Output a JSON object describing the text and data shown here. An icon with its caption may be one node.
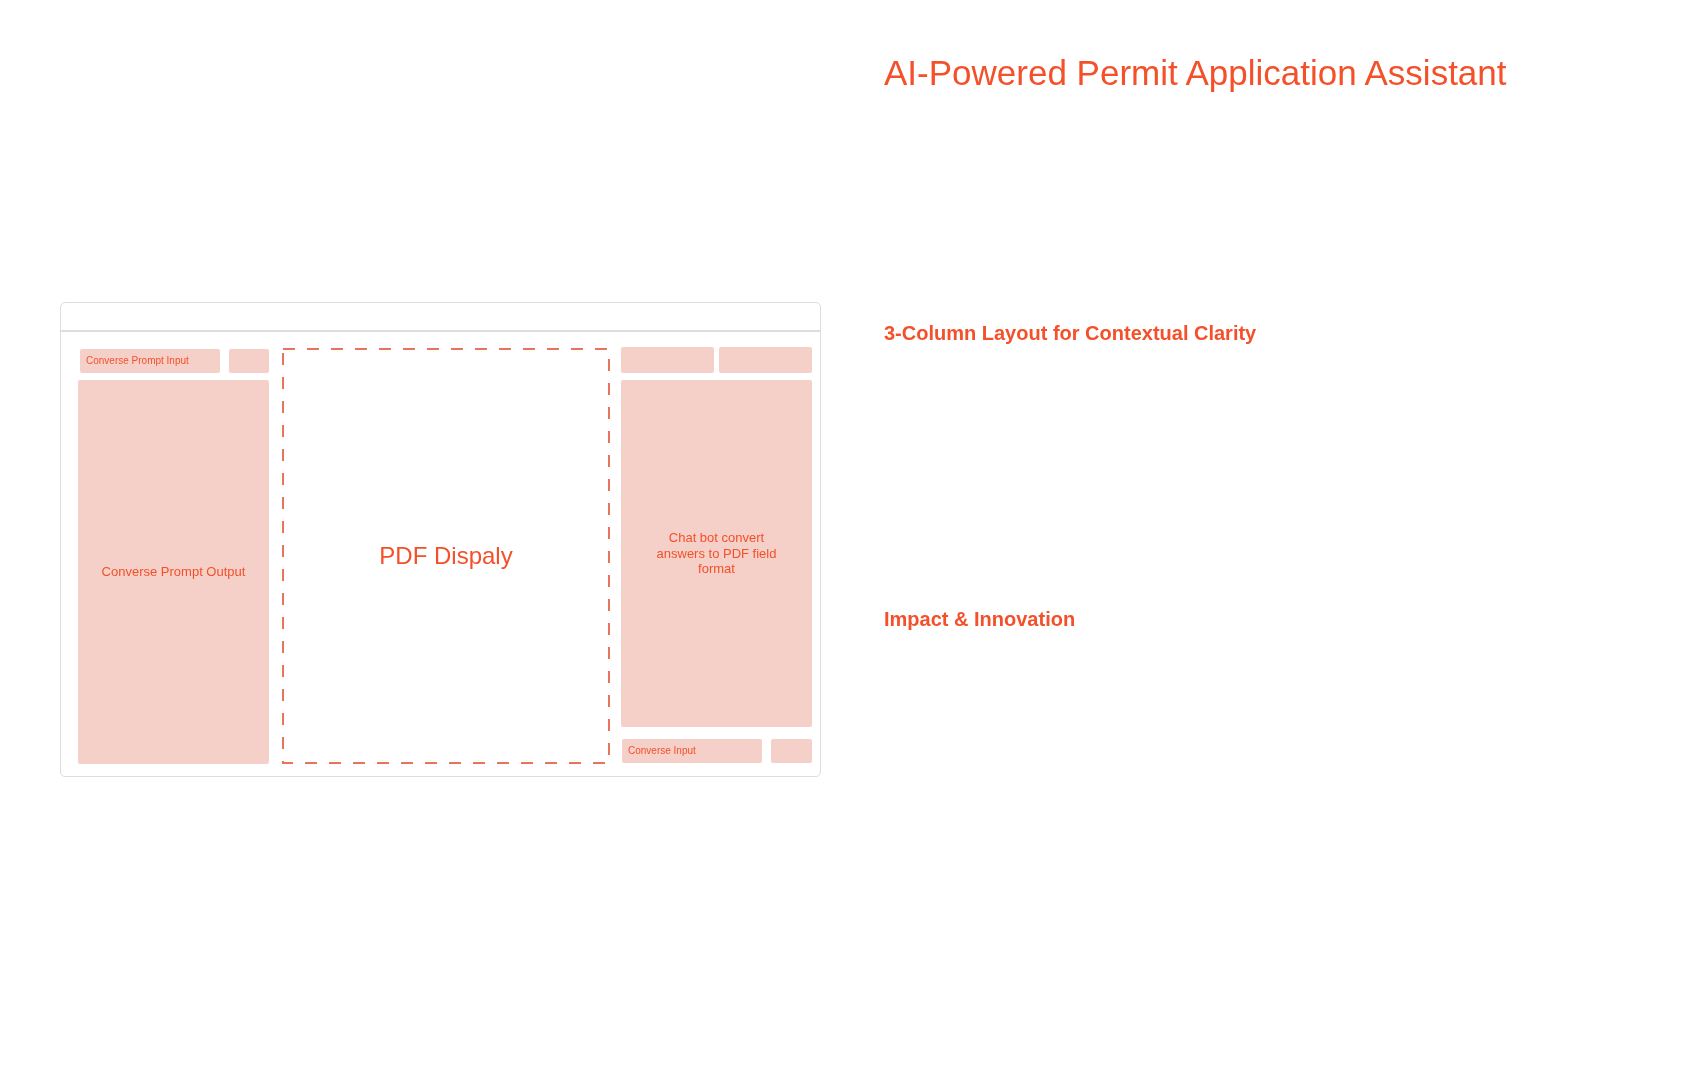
{
  "diagram": {
    "title": "AI-Powered Permit Application Assistant",
    "nodes": [
      {
        "text": [],
        "shape": "box"
      },
      {
        "text": [
          "Converse Prompt Input"
        ],
        "in": 0
      },
      {
        "text": [],
        "shape": "box",
        "in": 0
      },
      {
        "text": [
          "PDF Dispaly"
        ],
        "in": 0
      },
      {
        "text": [],
        "shape": "box",
        "in": 0
      },
      {
        "text": [],
        "shape": "box",
        "in": 0
      },
      {
        "text": [
          "Converse Prompt Output"
        ],
        "in": 0
      },
      {
        "text": [
          "Chat bot convert answers to PDF field format"
        ],
        "in": 0
      },
      {
        "text": [
          "Converse Input"
        ],
        "in": 0
      },
      {
        "text": [],
        "shape": "box",
        "in": 0
      }
    ],
    "labels": [
      "3-Column Layout for Contextual Clarity",
      "Impact & Innovation"
    ]
  }
}
